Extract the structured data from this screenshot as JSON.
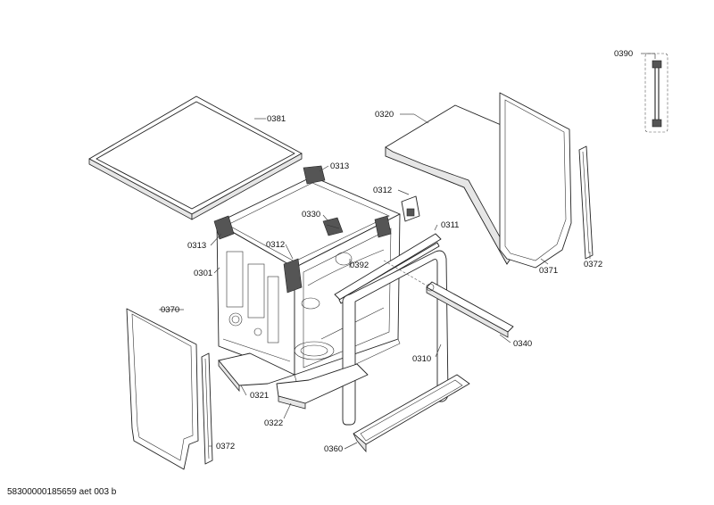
{
  "diagram": {
    "labels": {
      "p0390": "0390",
      "p0381": "0381",
      "p0320": "0320",
      "p0313a": "0313",
      "p0312a": "0312",
      "p0330": "0330",
      "p0311": "0311",
      "p0313b": "0313",
      "p0312b": "0312",
      "p0392": "0392",
      "p0301": "0301",
      "p0371": "0371",
      "p0372a": "0372",
      "p0370": "0370",
      "p0340": "0340",
      "p0310": "0310",
      "p0321": "0321",
      "p0322": "0322",
      "p0372b": "0372",
      "p0360": "0360"
    },
    "footer": "58300000185659 aet 003 b"
  }
}
